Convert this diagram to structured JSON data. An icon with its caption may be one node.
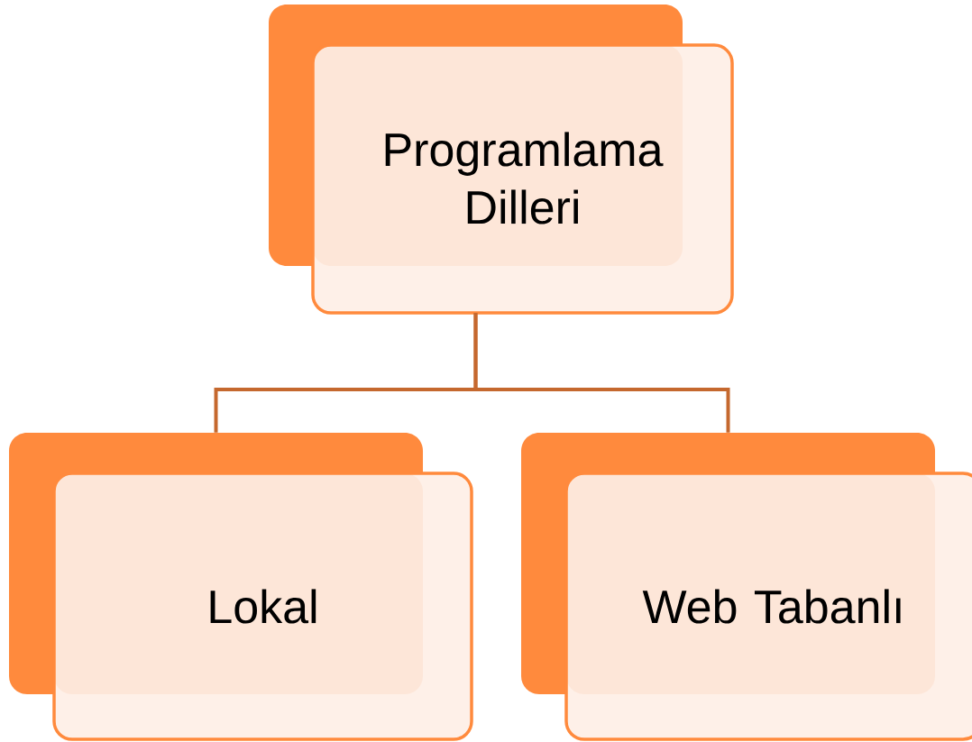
{
  "diagram": {
    "nodes": [
      {
        "text": [
          "Programlama Dilleri"
        ]
      },
      {
        "text": [
          "Lokal"
        ]
      },
      {
        "text": [
          "Web Tabanlı"
        ]
      }
    ],
    "edges": [
      {
        "from": 0,
        "to": 1,
        "arrow": "none"
      },
      {
        "from": 0,
        "to": 2,
        "arrow": "none"
      }
    ]
  }
}
